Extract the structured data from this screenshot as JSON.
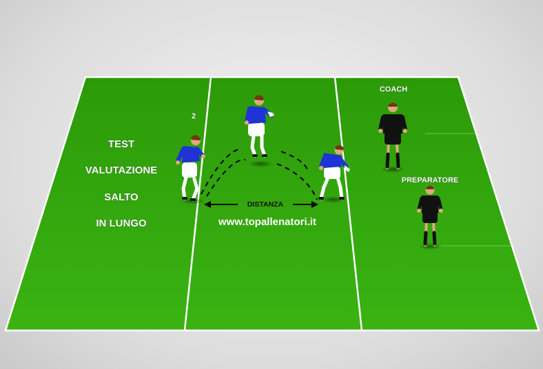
{
  "title_lines": [
    "TEST",
    "VALUTAZIONE",
    "SALTO",
    "IN LUNGO"
  ],
  "player_number": "2",
  "distance_label": "DISTANZA",
  "website": "www.topallenatori.it",
  "roles": {
    "coach": "COACH",
    "preparatore": "PREPARATORE"
  },
  "colors": {
    "pitch": "#2f9e0c",
    "pitch_light": "#3cb514",
    "lines": "#ffffff",
    "player_shirt": "#1f33d6",
    "player_shorts": "#ffffff",
    "staff_kit": "#111111"
  },
  "icons": [
    "player-icon",
    "coach-icon",
    "arrow-left-icon",
    "arrow-right-icon"
  ]
}
